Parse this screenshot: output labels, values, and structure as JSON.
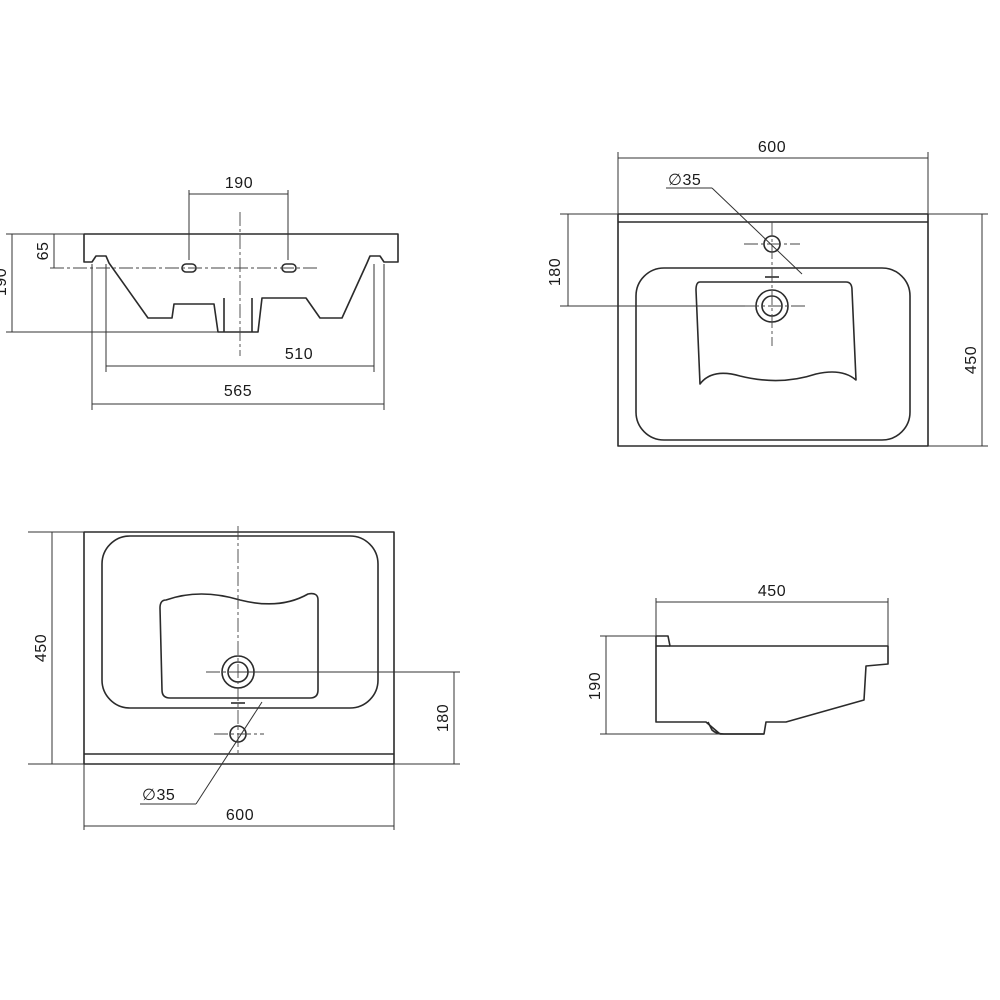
{
  "front_view": {
    "dim_190_top": "190",
    "dim_65": "65",
    "dim_190_left": "190",
    "dim_510": "510",
    "dim_565": "565"
  },
  "top_view_back": {
    "dim_600": "600",
    "dim_dia35": "∅35",
    "dim_180": "180",
    "dim_450": "450"
  },
  "top_view_front": {
    "dim_450": "450",
    "dim_180": "180",
    "dim_dia35": "∅35",
    "dim_600": "600"
  },
  "side_view": {
    "dim_450": "450",
    "dim_190": "190"
  }
}
